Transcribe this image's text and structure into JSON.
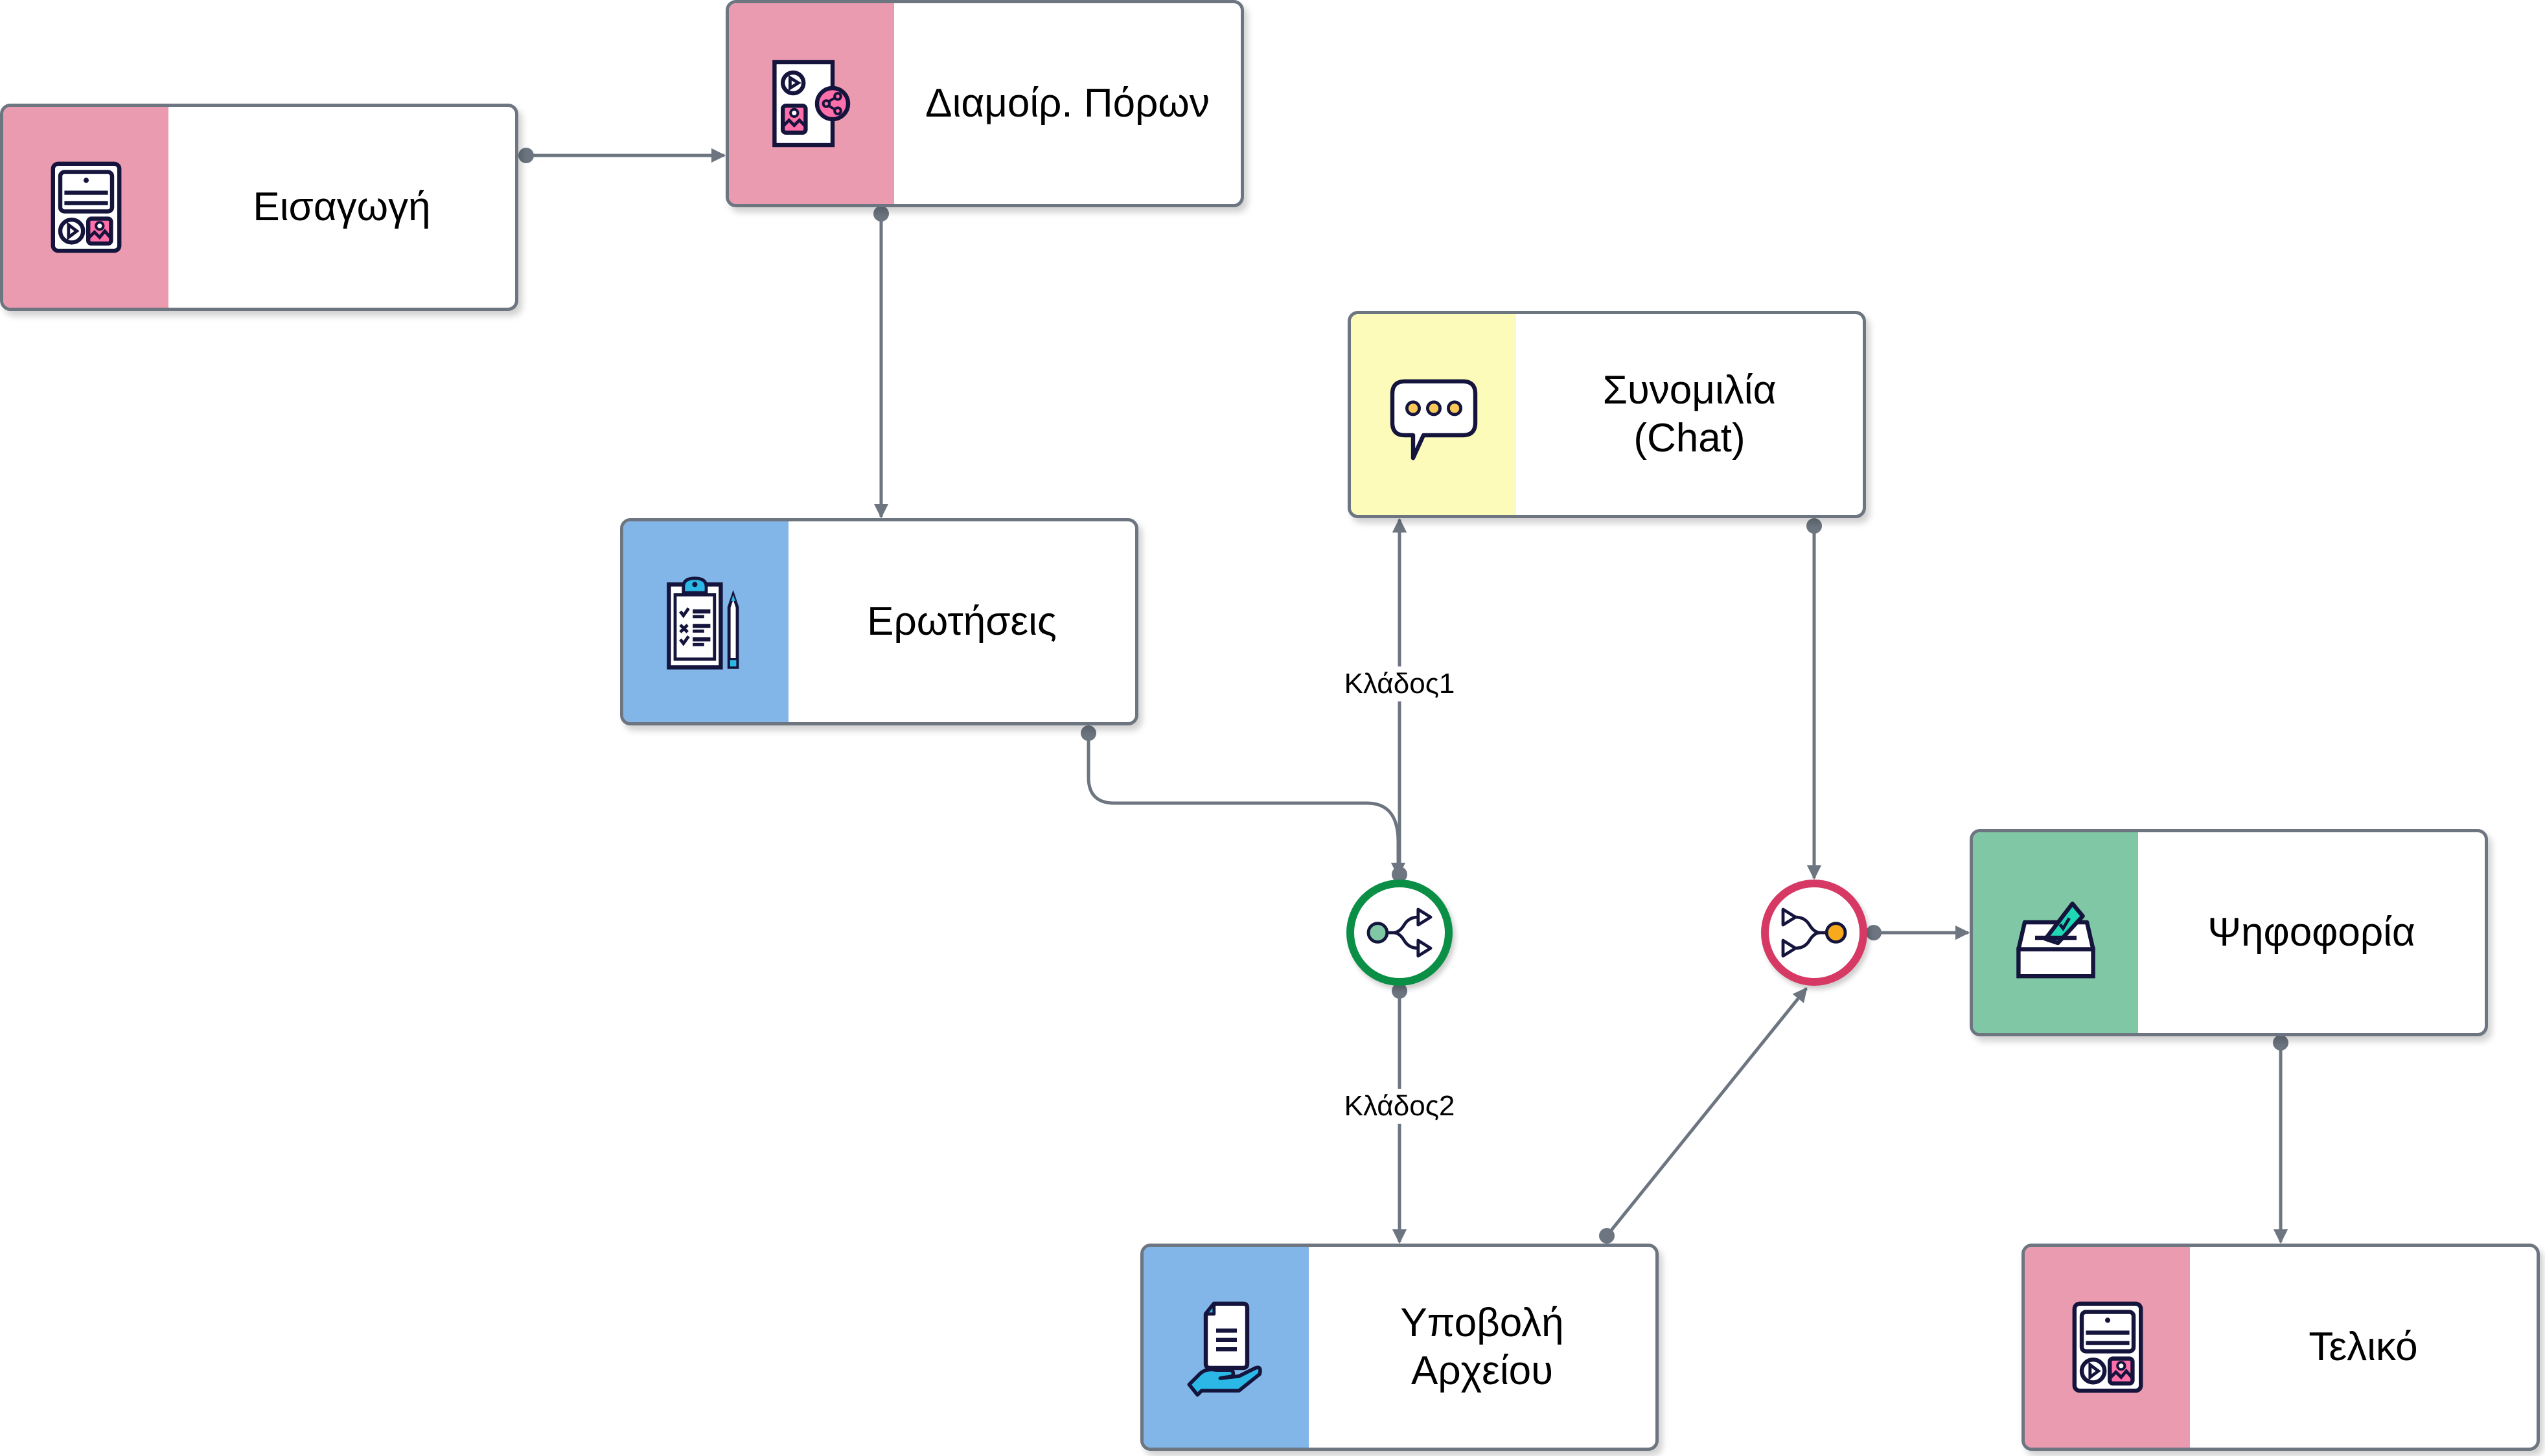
{
  "diagram": {
    "colors": {
      "edge": "#6C7580",
      "resource_strip": "#EA9BB0",
      "question_strip": "#82B5E8",
      "chat_strip": "#FCFBBA",
      "vote_strip": "#80C8A5",
      "split_ring": "#0B8F47",
      "join_ring": "#D63964"
    },
    "nodes": [
      {
        "id": "intro",
        "label": "Εισαγωγή",
        "icon": "content-page-icon"
      },
      {
        "id": "share",
        "label": "Διαμοίρ. Πόρων",
        "icon": "share-resources-icon"
      },
      {
        "id": "questions",
        "label": "Ερωτήσεις",
        "icon": "clipboard-checklist-icon"
      },
      {
        "id": "chat",
        "label": "Συνομιλία\n(Chat)",
        "icon": "chat-bubble-icon"
      },
      {
        "id": "vote",
        "label": "Ψηφοφορία",
        "icon": "ballot-box-icon"
      },
      {
        "id": "submit",
        "label": "Υποβολή\nΑρχείου",
        "icon": "file-hand-icon"
      },
      {
        "id": "final",
        "label": "Τελικό",
        "icon": "content-page-icon"
      }
    ],
    "gates": [
      {
        "id": "split",
        "type": "branch-split",
        "icon": "branch-split-icon"
      },
      {
        "id": "join",
        "type": "branch-join",
        "icon": "branch-join-icon"
      }
    ],
    "edge_labels": {
      "branch1": "Κλάδος1",
      "branch2": "Κλάδος2"
    },
    "edges": [
      {
        "from": "intro",
        "to": "share"
      },
      {
        "from": "share",
        "to": "questions"
      },
      {
        "from": "questions",
        "to": "split"
      },
      {
        "from": "split",
        "to": "chat",
        "label": "Κλάδος1"
      },
      {
        "from": "split",
        "to": "submit",
        "label": "Κλάδος2"
      },
      {
        "from": "chat",
        "to": "join"
      },
      {
        "from": "submit",
        "to": "join"
      },
      {
        "from": "join",
        "to": "vote"
      },
      {
        "from": "vote",
        "to": "final"
      }
    ]
  }
}
